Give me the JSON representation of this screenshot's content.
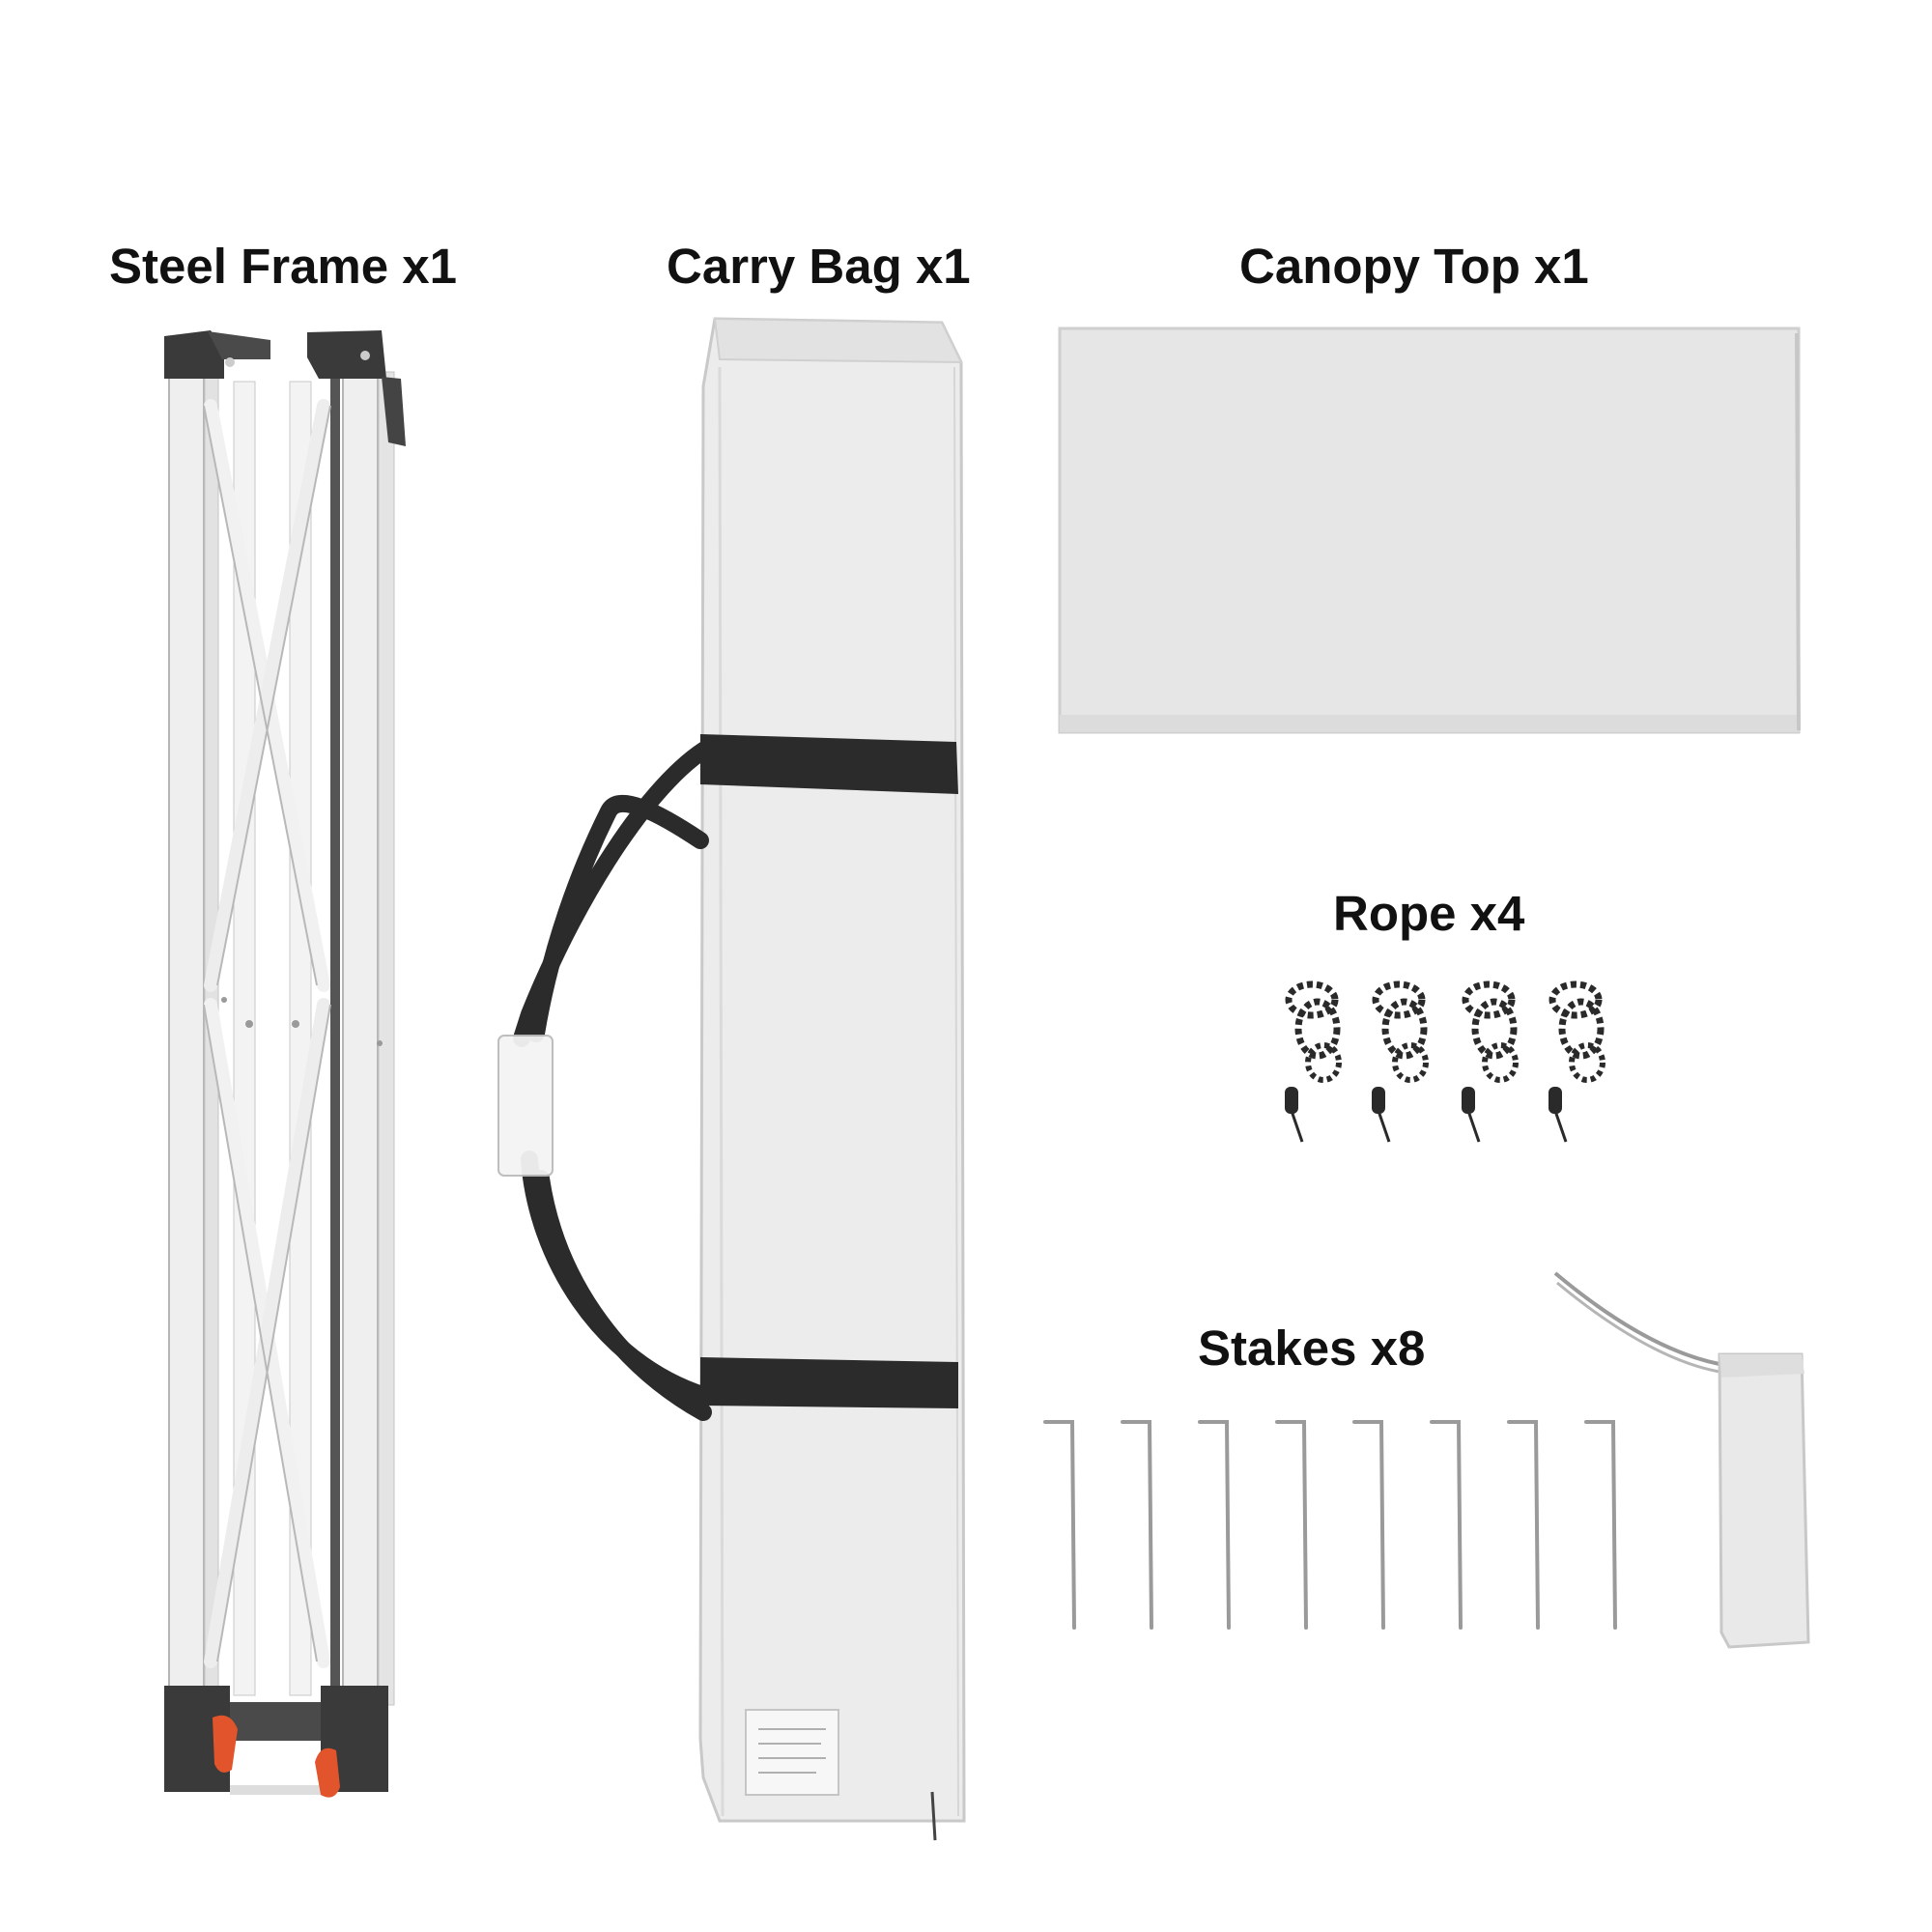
{
  "labels": {
    "steel_frame": "Steel Frame x1",
    "carry_bag": "Carry Bag x1",
    "canopy_top": "Canopy Top x1",
    "rope": "Rope x4",
    "stakes": "Stakes x8"
  },
  "colors": {
    "background": "#ffffff",
    "frame_metal": "#eeeeee",
    "frame_joint": "#3a3a3a",
    "frame_lever": "#e2542c",
    "bag_fabric": "#ececec",
    "strap": "#2b2b2b",
    "canopy_fabric": "#e6e6e6",
    "rope": "#2a2a2a",
    "stake": "#9a9a9a"
  },
  "counts": {
    "ropes": 4,
    "stakes": 8
  }
}
